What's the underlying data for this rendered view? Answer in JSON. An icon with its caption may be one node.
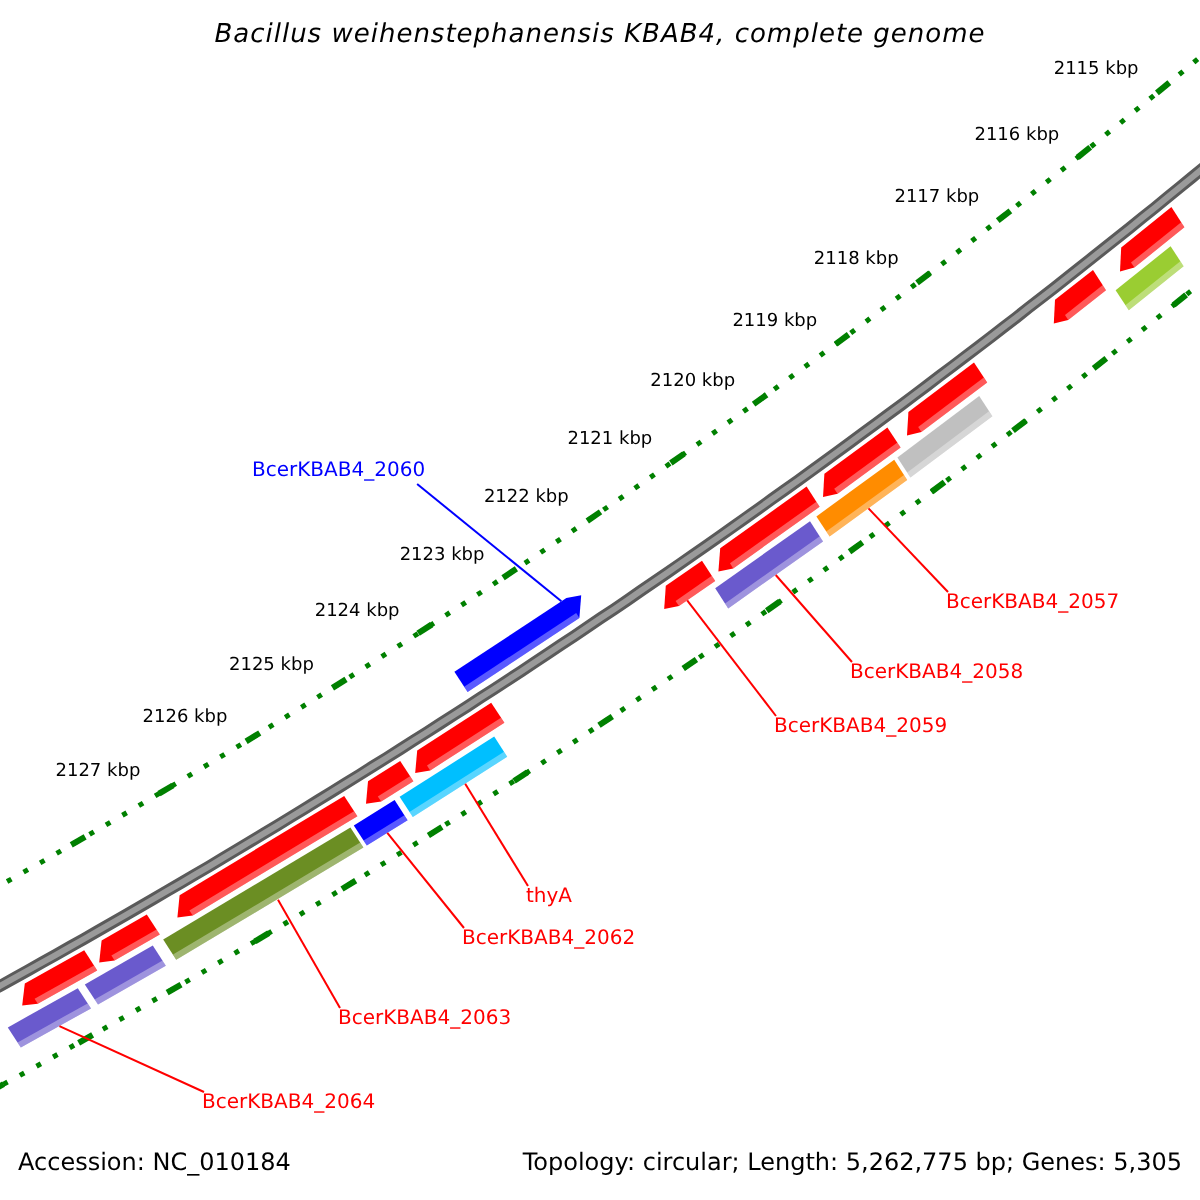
{
  "diagram": {
    "title": "Bacillus weihenstephanensis KBAB4, complete genome",
    "nodes": [
      {
        "text": [
          "BcerKBAB4_2060"
        ]
      },
      {
        "text": [],
        "shape": "bar"
      },
      {
        "text": [
          "BcerKBAB4_2057"
        ]
      },
      {
        "text": [],
        "shape": "bar"
      },
      {
        "text": [
          "BcerKBAB4_2058"
        ]
      },
      {
        "text": [],
        "shape": "bar"
      },
      {
        "text": [
          "BcerKBAB4_2059"
        ]
      },
      {
        "text": [],
        "shape": "bar"
      },
      {
        "text": [
          "thyA"
        ]
      },
      {
        "text": [],
        "shape": "bar"
      },
      {
        "text": [
          "BcerKBAB4_2062"
        ]
      },
      {
        "text": [],
        "shape": "bar"
      },
      {
        "text": [
          "BcerKBAB4_2063"
        ]
      },
      {
        "text": [],
        "shape": "bar"
      },
      {
        "text": [
          "BcerKBAB4_2064"
        ]
      },
      {
        "text": [],
        "shape": "bar"
      },
      {
        "text": [],
        "shape": "bar"
      },
      {
        "text": [],
        "shape": "bar"
      },
      {
        "text": [],
        "shape": "bar"
      },
      {
        "text": [],
        "shape": "bar"
      },
      {
        "text": [],
        "shape": "bar"
      },
      {
        "text": [],
        "shape": "bar"
      },
      {
        "text": [],
        "shape": "bar"
      },
      {
        "text": [],
        "shape": "bar"
      },
      {
        "text": [],
        "shape": "bar"
      },
      {
        "text": [],
        "shape": "bar"
      },
      {
        "text": [],
        "shape": "bar"
      },
      {
        "text": [],
        "shape": "bar"
      },
      {
        "text": [],
        "shape": "bar"
      }
    ],
    "edges": [
      {
        "from": 0,
        "to": 1,
        "arrow": "none",
        "color": "#0000ff"
      },
      {
        "from": 2,
        "to": 3,
        "arrow": "none"
      },
      {
        "from": 4,
        "to": 5,
        "arrow": "none"
      },
      {
        "from": 6,
        "to": 7,
        "arrow": "none"
      },
      {
        "from": 8,
        "to": 9,
        "arrow": "none"
      },
      {
        "from": 10,
        "to": 11,
        "arrow": "none"
      },
      {
        "from": 12,
        "to": 13,
        "arrow": "none"
      },
      {
        "from": 14,
        "to": 15,
        "arrow": "none"
      }
    ],
    "labels": [
      "2115 kbp",
      "2116 kbp",
      "2117 kbp",
      "2118 kbp",
      "2119 kbp",
      "2120 kbp",
      "2121 kbp",
      "2122 kbp",
      "2123 kbp",
      "2124 kbp",
      "2125 kbp",
      "2126 kbp",
      "2127 kbp",
      "Accession: NC_010184",
      "Topology: circular; Length: 5,262,775 bp; Genes: 5,305"
    ]
  }
}
